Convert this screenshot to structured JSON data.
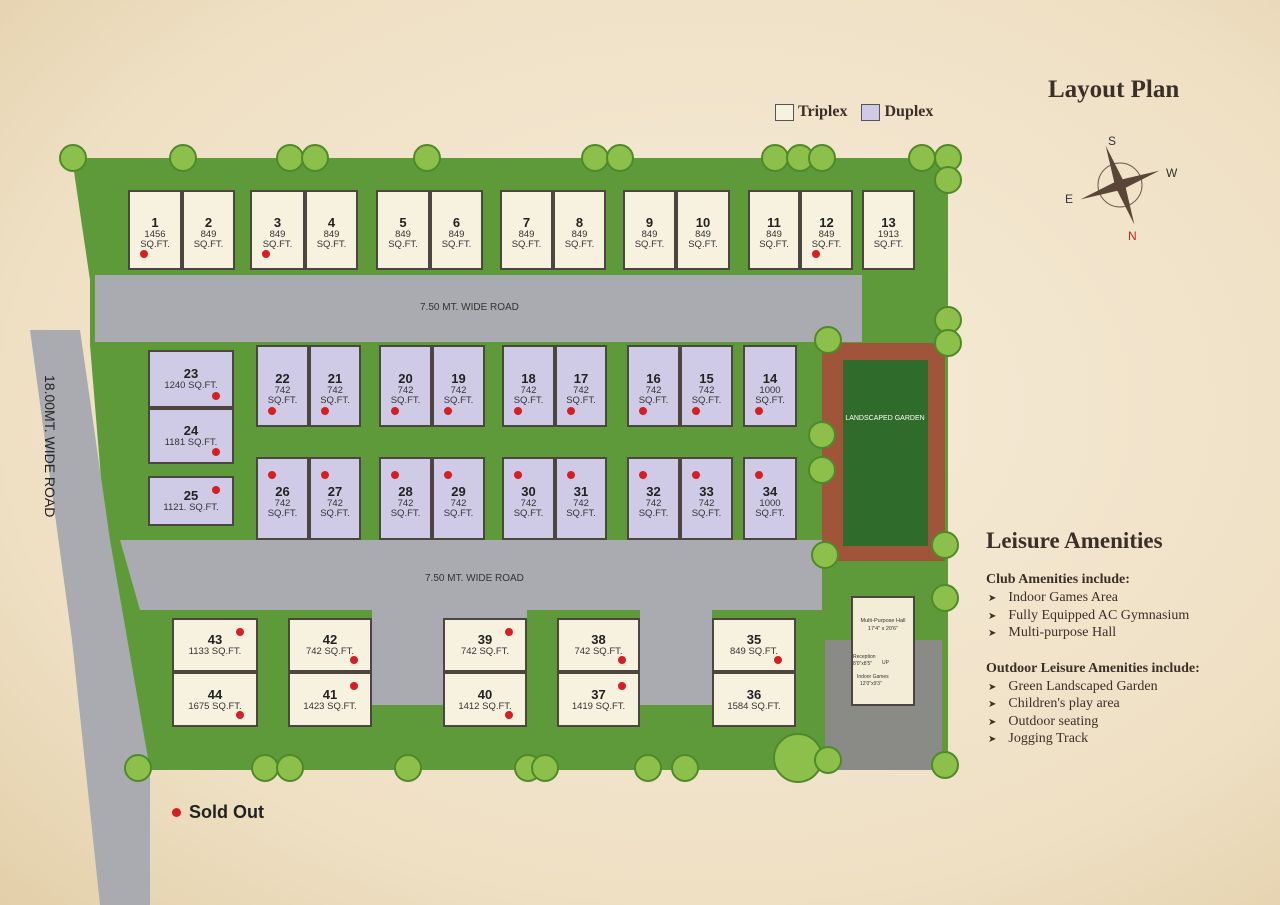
{
  "title": "Layout Plan",
  "legend": [
    {
      "label": "Triplex",
      "color": "#f7f1e0"
    },
    {
      "label": "Duplex",
      "color": "#cfcbe6"
    }
  ],
  "compass": {
    "labels": [
      "S",
      "W",
      "N",
      "E"
    ]
  },
  "roads": {
    "main": "18.00MT. WIDE ROAD",
    "inner_top": "7.50 MT. WIDE ROAD",
    "inner_bottom": "7.50 MT. WIDE ROAD"
  },
  "garden": {
    "label": "LANDSCAPED GARDEN"
  },
  "clubhouse": {
    "hall": "Multi-Purpose Hall",
    "hall_size": "17'4\" x 20'6\"",
    "reception": "Reception",
    "reception_size": "8'0\"x8'5\"",
    "games": "Indoor Games",
    "games_size": "12'0\"x9'3\"",
    "up": "UP"
  },
  "sold_out_label": "Sold Out",
  "colors": {
    "sold": "#d81e25",
    "grass": "#5e9a3a",
    "road": "#a9abb0",
    "triplex": "#f7f1e0",
    "duplex": "#cfcbe6"
  },
  "units": [
    {
      "no": "1",
      "area": "1456",
      "unit": "SQ.FT.",
      "type": "triplex",
      "sold": true
    },
    {
      "no": "2",
      "area": "849",
      "unit": "SQ.FT.",
      "type": "triplex",
      "sold": false
    },
    {
      "no": "3",
      "area": "849",
      "unit": "SQ.FT.",
      "type": "triplex",
      "sold": true
    },
    {
      "no": "4",
      "area": "849",
      "unit": "SQ.FT.",
      "type": "triplex",
      "sold": false
    },
    {
      "no": "5",
      "area": "849",
      "unit": "SQ.FT.",
      "type": "triplex",
      "sold": false
    },
    {
      "no": "6",
      "area": "849",
      "unit": "SQ.FT.",
      "type": "triplex",
      "sold": false
    },
    {
      "no": "7",
      "area": "849",
      "unit": "SQ.FT.",
      "type": "triplex",
      "sold": false
    },
    {
      "no": "8",
      "area": "849",
      "unit": "SQ.FT.",
      "type": "triplex",
      "sold": false
    },
    {
      "no": "9",
      "area": "849",
      "unit": "SQ.FT.",
      "type": "triplex",
      "sold": false
    },
    {
      "no": "10",
      "area": "849",
      "unit": "SQ.FT.",
      "type": "triplex",
      "sold": false
    },
    {
      "no": "11",
      "area": "849",
      "unit": "SQ.FT.",
      "type": "triplex",
      "sold": false
    },
    {
      "no": "12",
      "area": "849",
      "unit": "SQ.FT.",
      "type": "triplex",
      "sold": true
    },
    {
      "no": "13",
      "area": "1913",
      "unit": "SQ.FT.",
      "type": "triplex",
      "sold": false
    },
    {
      "no": "14",
      "area": "1000",
      "unit": "SQ.FT.",
      "type": "duplex",
      "sold": true
    },
    {
      "no": "15",
      "area": "742",
      "unit": "SQ.FT.",
      "type": "duplex",
      "sold": true
    },
    {
      "no": "16",
      "area": "742",
      "unit": "SQ.FT.",
      "type": "duplex",
      "sold": true
    },
    {
      "no": "17",
      "area": "742",
      "unit": "SQ.FT.",
      "type": "duplex",
      "sold": true
    },
    {
      "no": "18",
      "area": "742",
      "unit": "SQ.FT.",
      "type": "duplex",
      "sold": true
    },
    {
      "no": "19",
      "area": "742",
      "unit": "SQ.FT.",
      "type": "duplex",
      "sold": true
    },
    {
      "no": "20",
      "area": "742",
      "unit": "SQ.FT.",
      "type": "duplex",
      "sold": true
    },
    {
      "no": "21",
      "area": "742",
      "unit": "SQ.FT.",
      "type": "duplex",
      "sold": true
    },
    {
      "no": "22",
      "area": "742",
      "unit": "SQ.FT.",
      "type": "duplex",
      "sold": true
    },
    {
      "no": "23",
      "area": "1240",
      "unit": "SQ.FT.",
      "type": "duplex",
      "sold": true
    },
    {
      "no": "24",
      "area": "1181",
      "unit": "SQ.FT.",
      "type": "duplex",
      "sold": true
    },
    {
      "no": "25",
      "area": "1121.",
      "unit": "SQ.FT.",
      "type": "duplex",
      "sold": true
    },
    {
      "no": "26",
      "area": "742",
      "unit": "SQ.FT.",
      "type": "duplex",
      "sold": true
    },
    {
      "no": "27",
      "area": "742",
      "unit": "SQ.FT.",
      "type": "duplex",
      "sold": true
    },
    {
      "no": "28",
      "area": "742",
      "unit": "SQ.FT.",
      "type": "duplex",
      "sold": true
    },
    {
      "no": "29",
      "area": "742",
      "unit": "SQ.FT.",
      "type": "duplex",
      "sold": true
    },
    {
      "no": "30",
      "area": "742",
      "unit": "SQ.FT.",
      "type": "duplex",
      "sold": true
    },
    {
      "no": "31",
      "area": "742",
      "unit": "SQ.FT.",
      "type": "duplex",
      "sold": true
    },
    {
      "no": "32",
      "area": "742",
      "unit": "SQ.FT.",
      "type": "duplex",
      "sold": true
    },
    {
      "no": "33",
      "area": "742",
      "unit": "SQ.FT.",
      "type": "duplex",
      "sold": true
    },
    {
      "no": "34",
      "area": "1000",
      "unit": "SQ.FT.",
      "type": "duplex",
      "sold": true
    },
    {
      "no": "35",
      "area": "849",
      "unit": "SQ.FT.",
      "type": "triplex",
      "sold": true
    },
    {
      "no": "36",
      "area": "1584",
      "unit": "SQ.FT.",
      "type": "triplex",
      "sold": false
    },
    {
      "no": "37",
      "area": "1419",
      "unit": "SQ.FT.",
      "type": "triplex",
      "sold": true
    },
    {
      "no": "38",
      "area": "742",
      "unit": "SQ.FT.",
      "type": "triplex",
      "sold": true
    },
    {
      "no": "39",
      "area": "742",
      "unit": "SQ.FT.",
      "type": "triplex",
      "sold": true
    },
    {
      "no": "40",
      "area": "1412",
      "unit": "SQ.FT.",
      "type": "triplex",
      "sold": true
    },
    {
      "no": "41",
      "area": "1423",
      "unit": "SQ.FT.",
      "type": "triplex",
      "sold": true
    },
    {
      "no": "42",
      "area": "742",
      "unit": "SQ.FT.",
      "type": "triplex",
      "sold": true
    },
    {
      "no": "43",
      "area": "1133",
      "unit": "SQ.FT.",
      "type": "triplex",
      "sold": true
    },
    {
      "no": "44",
      "area": "1675",
      "unit": "SQ.FT.",
      "type": "triplex",
      "sold": true
    }
  ],
  "amenities": {
    "title": "Leisure Amenities",
    "club_heading": "Club Amenities include:",
    "club": [
      "Indoor Games Area",
      "Fully Equipped AC Gymnasium",
      "Multi-purpose Hall"
    ],
    "outdoor_heading": "Outdoor Leisure Amenities include:",
    "outdoor": [
      "Green Landscaped Garden",
      "Children's play area",
      "Outdoor seating",
      "Jogging Track"
    ]
  }
}
